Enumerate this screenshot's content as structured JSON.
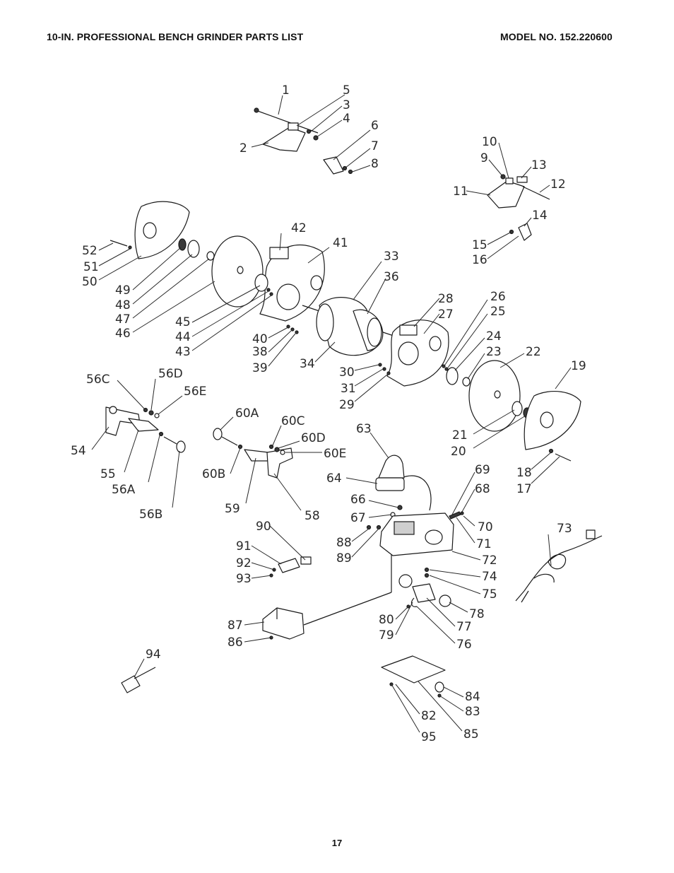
{
  "header": {
    "title": "10-IN. PROFESSIONAL BENCH GRINDER PARTS LIST",
    "model": "MODEL NO. 152.220600"
  },
  "footer": {
    "page_number": "17"
  },
  "part_labels": [
    "1",
    "2",
    "3",
    "4",
    "5",
    "6",
    "7",
    "8",
    "9",
    "10",
    "11",
    "12",
    "13",
    "14",
    "15",
    "16",
    "17",
    "18",
    "19",
    "20",
    "21",
    "22",
    "23",
    "24",
    "25",
    "26",
    "27",
    "28",
    "29",
    "30",
    "31",
    "33",
    "34",
    "36",
    "38",
    "39",
    "40",
    "41",
    "42",
    "43",
    "44",
    "45",
    "46",
    "47",
    "48",
    "49",
    "50",
    "51",
    "52",
    "54",
    "55",
    "56A",
    "56B",
    "56C",
    "56D",
    "56E",
    "58",
    "59",
    "60A",
    "60B",
    "60C",
    "60D",
    "60E",
    "63",
    "64",
    "66",
    "67",
    "68",
    "69",
    "70",
    "71",
    "72",
    "73",
    "74",
    "75",
    "76",
    "77",
    "78",
    "79",
    "80",
    "82",
    "83",
    "84",
    "85",
    "86",
    "87",
    "88",
    "89",
    "90",
    "91",
    "92",
    "93",
    "94",
    "95"
  ]
}
